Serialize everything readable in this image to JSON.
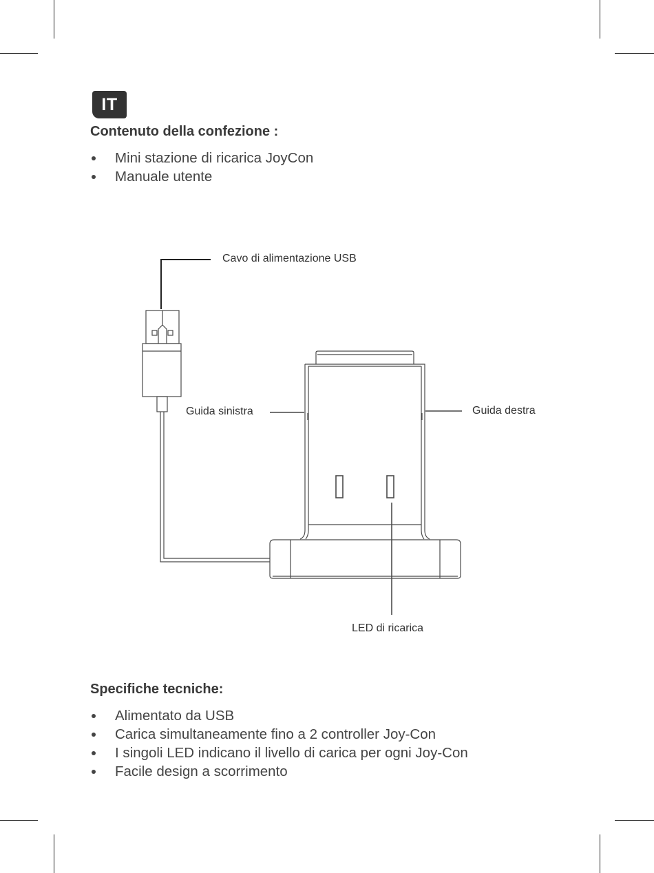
{
  "badge": "IT",
  "contents": {
    "title": "Contenuto della confezione :",
    "items": [
      "Mini stazione di ricarica JoyCon",
      "Manuale utente"
    ]
  },
  "diagram": {
    "labels": {
      "cable": "Cavo di alimentazione USB",
      "left_rail": "Guida sinistra",
      "right_rail": "Guida destra",
      "led": "LED di ricarica"
    }
  },
  "specs": {
    "title": "Specifiche tecniche:",
    "items": [
      "Alimentato da USB",
      "Carica simultaneamente fino a 2 controller Joy-Con",
      "I singoli LED indicano il livello di carica per ogni Joy-Con",
      "Facile design a scorrimento"
    ]
  }
}
